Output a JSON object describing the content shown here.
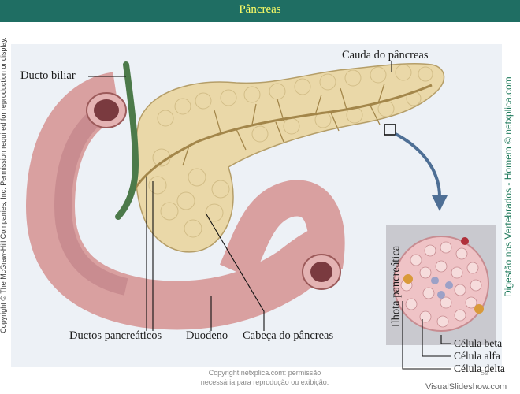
{
  "header": {
    "title": "Pâncreas"
  },
  "labels": {
    "ducto_biliar": "Ducto biliar",
    "cauda": "Cauda do pâncreas",
    "ductos_pancreaticos": "Ductos pancreáticos",
    "duodeno": "Duodeno",
    "cabeca": "Cabeça do pâncreas",
    "ilhota": "Ilhota pancreática",
    "celula_beta": "Célula beta",
    "celula_alfa": "Célula alfa",
    "celula_delta": "Célula delta"
  },
  "side_text": {
    "left": "Copyright © The McGraw-Hill Companies, Inc. Permission required for reproduction or display.",
    "right": "Digestão nos Vertebrados - Homem © netxplica.com"
  },
  "footer": {
    "credit_line1": "Copyright netxplica.com: permissão",
    "credit_line2": "necessária para reprodução ou exibição.",
    "page_number": "59",
    "brand": "VisualSlideshow.com"
  },
  "colors": {
    "header_bg": "#1f6e63",
    "header_text": "#ffff66"
  }
}
